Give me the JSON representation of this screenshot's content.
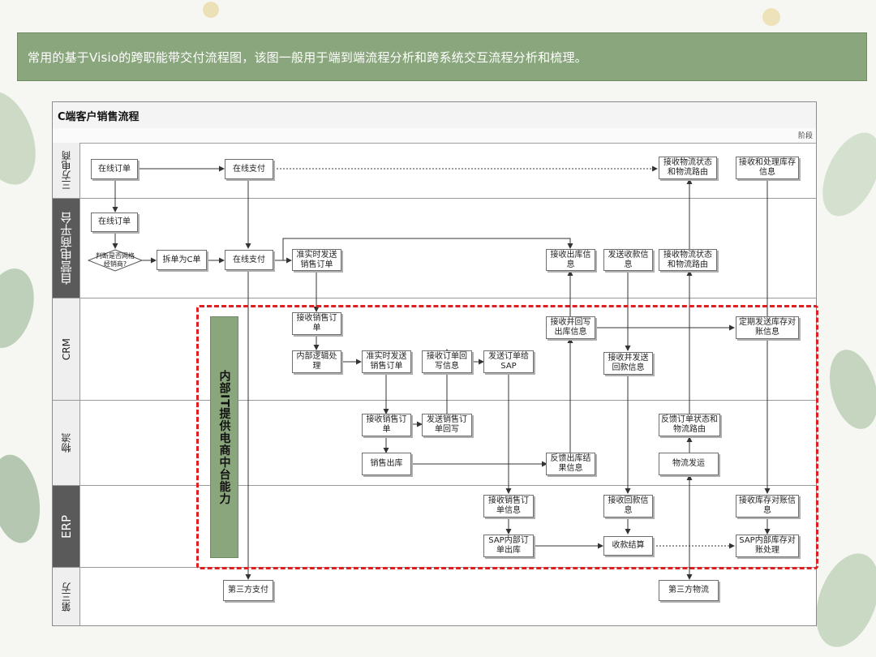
{
  "header": {
    "text": "常用的基于Visio的跨职能带交付流程图，该图一般用于端到端流程分析和跨系统交互流程分析和梳理。"
  },
  "diagram": {
    "title": "C端客户销售流程",
    "phase_label": "阶段",
    "lanes": [
      "三方电商",
      "自营电商平台",
      "CRM",
      "物流",
      "ERP",
      "第三方"
    ],
    "capability_label": "内部IT提供电商中台能力",
    "nodes": {
      "t_order": "在线订单",
      "t_pay": "在线支付",
      "t_recv_logistics": "接收物流状态和物流路由",
      "t_recv_stock": "接收和处理库存信息",
      "s_order": "在线订单",
      "s_judge": "判断是否网格经销商?",
      "s_split": "拆单为C单",
      "s_pay": "在线支付",
      "s_send_order": "准实时发送销售订单",
      "s_recv_out": "接收出库信息",
      "s_send_payment": "发送收款信息",
      "s_recv_logistics": "接收物流状态和物流路由",
      "c_recv_order": "接收销售订单",
      "c_internal": "内部逻辑处理",
      "c_send_order": "准实时发送销售订单",
      "c_recv_writeback": "接收订单回写信息",
      "c_send_sap": "发送订单给SAP",
      "c_recv_out": "接收并回写出库信息",
      "c_recv_payment": "接收并发送回款信息",
      "c_stock_recon": "定期发送库存对账信息",
      "l_recv_order": "接收销售订单",
      "l_send_writeback": "发送销售订单回写",
      "l_sale_out": "销售出库",
      "l_feedback_out": "反馈出库结果信息",
      "l_feedback_status": "反馈订单状态和物流路由",
      "l_ship": "物流发运",
      "e_recv_order": "接收销售订单信息",
      "e_recv_payment": "接收回款信息",
      "e_recv_recon": "接收库存对账信息",
      "e_sap_out": "SAP内部订单出库",
      "e_settle": "收款结算",
      "e_sap_recon": "SAP内部库存对账处理",
      "x_pay": "第三方支付",
      "x_logistics": "第三方物流"
    }
  }
}
